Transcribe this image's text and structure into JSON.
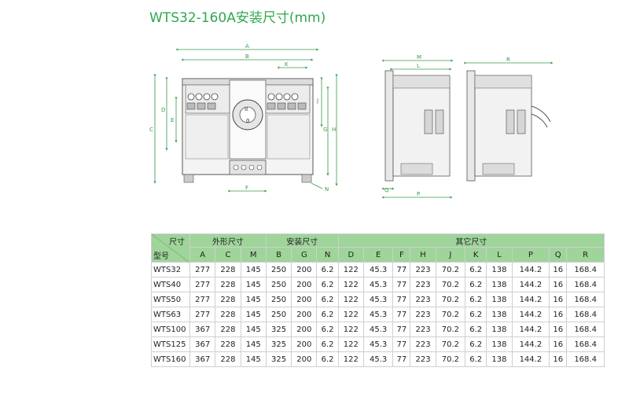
{
  "title": "WTS32-160A安装尺寸(mm)",
  "drawing_labels": {
    "front": [
      "A",
      "B",
      "K",
      "C",
      "D",
      "E",
      "J",
      "G",
      "H",
      "F",
      "N"
    ],
    "side": [
      "M",
      "L",
      "Q",
      "P"
    ],
    "rear": [
      "R"
    ]
  },
  "table": {
    "corner_top": "尺寸",
    "corner_bottom": "型号",
    "groups": [
      "外形尺寸",
      "安装尺寸",
      "其它尺寸"
    ],
    "columns": [
      "A",
      "C",
      "M",
      "B",
      "G",
      "N",
      "D",
      "E",
      "F",
      "H",
      "J",
      "K",
      "L",
      "P",
      "Q",
      "R"
    ],
    "rows": [
      {
        "model": "WTS32",
        "values": [
          "277",
          "228",
          "145",
          "250",
          "200",
          "6.2",
          "122",
          "45.3",
          "77",
          "223",
          "70.2",
          "6.2",
          "138",
          "144.2",
          "16",
          "168.4"
        ]
      },
      {
        "model": "WTS40",
        "values": [
          "277",
          "228",
          "145",
          "250",
          "200",
          "6.2",
          "122",
          "45.3",
          "77",
          "223",
          "70.2",
          "6.2",
          "138",
          "144.2",
          "16",
          "168.4"
        ]
      },
      {
        "model": "WTS50",
        "values": [
          "277",
          "228",
          "145",
          "250",
          "200",
          "6.2",
          "122",
          "45.3",
          "77",
          "223",
          "70.2",
          "6.2",
          "138",
          "144.2",
          "16",
          "168.4"
        ]
      },
      {
        "model": "WTS63",
        "values": [
          "277",
          "228",
          "145",
          "250",
          "200",
          "6.2",
          "122",
          "45.3",
          "77",
          "223",
          "70.2",
          "6.2",
          "138",
          "144.2",
          "16",
          "168.4"
        ]
      },
      {
        "model": "WTS100",
        "values": [
          "367",
          "228",
          "145",
          "325",
          "200",
          "6.2",
          "122",
          "45.3",
          "77",
          "223",
          "70.2",
          "6.2",
          "138",
          "144.2",
          "16",
          "168.4"
        ]
      },
      {
        "model": "WTS125",
        "values": [
          "367",
          "228",
          "145",
          "325",
          "200",
          "6.2",
          "122",
          "45.3",
          "77",
          "223",
          "70.2",
          "6.2",
          "138",
          "144.2",
          "16",
          "168.4"
        ]
      },
      {
        "model": "WTS160",
        "values": [
          "367",
          "228",
          "145",
          "325",
          "200",
          "6.2",
          "122",
          "45.3",
          "77",
          "223",
          "70.2",
          "6.2",
          "138",
          "144.2",
          "16",
          "168.4"
        ]
      }
    ]
  },
  "colors": {
    "accent": "#2fa84f",
    "header_bg": "#9fd49a",
    "dim_line": "#3a9a4a"
  }
}
